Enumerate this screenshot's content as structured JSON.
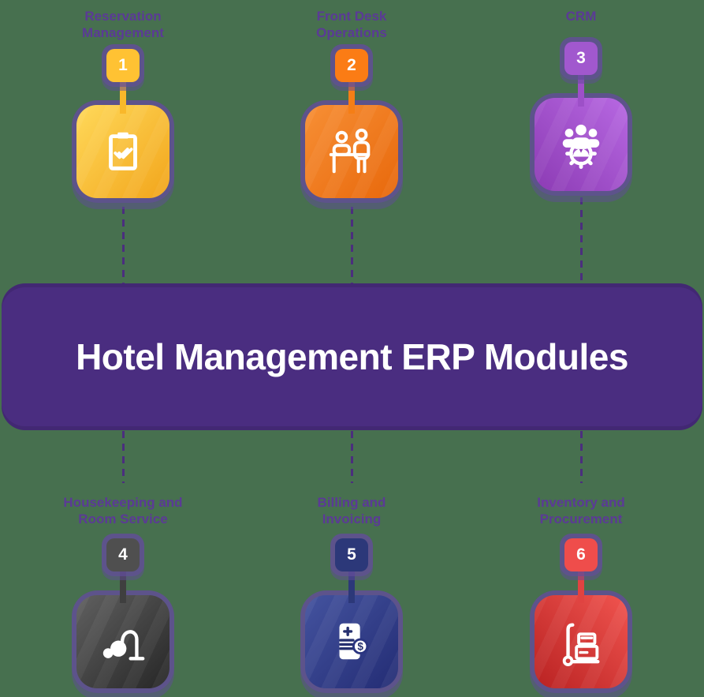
{
  "background_color": "#47704F",
  "banner": {
    "title": "Hotel Management ERP Modules",
    "color": "#4A2D80",
    "text_color": "#FFFFFF"
  },
  "label_color": "#5B3A96",
  "connector_color": "#4B2E7E",
  "ring_color": "#624D98",
  "modules": [
    {
      "number": "1",
      "label": "Reservation Management",
      "label_lines": [
        "Reservation",
        "Management"
      ],
      "icon": "clipboard-check-icon",
      "badge_color": "#FFC233",
      "stem_color": "#F9B82A",
      "gradient": [
        "#FFD95A",
        "#F2A51B"
      ]
    },
    {
      "number": "2",
      "label": "Front Desk Operations",
      "label_lines": [
        "Front Desk",
        "Operations"
      ],
      "icon": "front-desk-people-icon",
      "badge_color": "#FB7C15",
      "stem_color": "#F57E16",
      "gradient": [
        "#F78F35",
        "#E8680B"
      ]
    },
    {
      "number": "3",
      "label": "CRM",
      "label_lines": [
        "CRM"
      ],
      "icon": "crm-people-gear-icon",
      "badge_color": "#A158CE",
      "stem_color": "#9D50C8",
      "gradient": [
        "#B768E2",
        "#8C3BB4"
      ]
    },
    {
      "number": "4",
      "label": "Housekeeping and Room Service",
      "label_lines": [
        "Housekeeping and",
        "Room Service"
      ],
      "icon": "vacuum-cleaner-icon",
      "badge_color": "#4F4F4F",
      "stem_color": "#3F3F3F",
      "gradient": [
        "#606060",
        "#262626"
      ]
    },
    {
      "number": "5",
      "label": "Billing and Invoicing",
      "label_lines": [
        "Billing and",
        "Invoicing"
      ],
      "icon": "invoice-dollar-icon",
      "badge_color": "#2C3879",
      "stem_color": "#2C3879",
      "gradient": [
        "#44539F",
        "#232C74"
      ]
    },
    {
      "number": "6",
      "label": "Inventory and Procurement",
      "label_lines": [
        "Inventory and",
        "Procurement"
      ],
      "icon": "hand-truck-icon",
      "badge_color": "#EF4D4B",
      "stem_color": "#E04341",
      "gradient": [
        "#F0544F",
        "#B92222"
      ]
    }
  ]
}
